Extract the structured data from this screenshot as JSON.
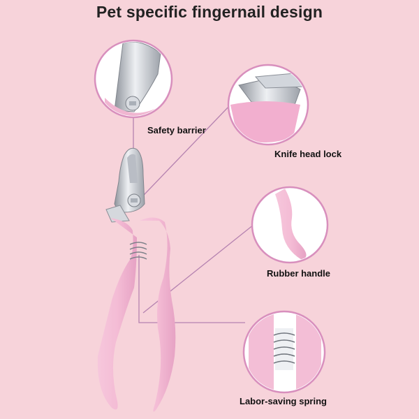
{
  "title": "Pet specific fingernail design",
  "labels": {
    "safety_barrier": "Safety barrier",
    "knife_head_lock": "Knife head lock",
    "rubber_handle": "Rubber handle",
    "labor_saving_spring": "Labor-saving spring"
  },
  "colors": {
    "background": "#f7d3da",
    "handle_pink": "#f2b3cf",
    "circle_border": "#d88fbd",
    "steel": "#c9ccd3",
    "callout_line": "#b582b0"
  },
  "icons": {
    "product": "nail-clipper",
    "details": [
      "safety-barrier-closeup",
      "knife-head-lock-closeup",
      "rubber-handle-closeup",
      "spring-closeup"
    ]
  }
}
